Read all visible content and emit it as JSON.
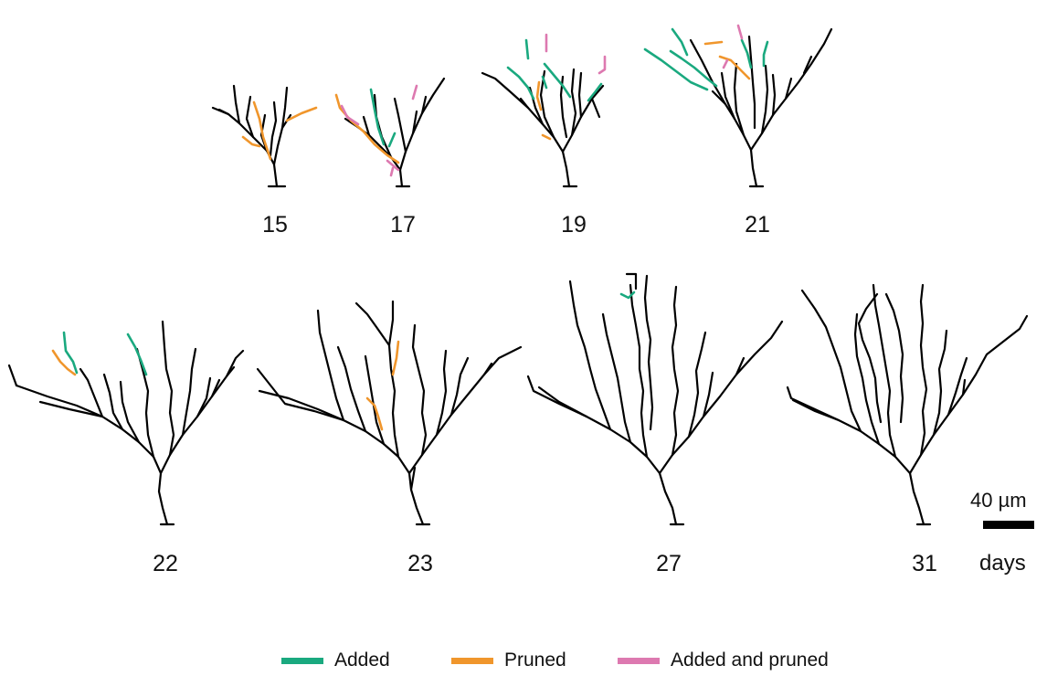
{
  "panels_row1": [
    "15",
    "17",
    "19",
    "21"
  ],
  "panels_row2": [
    "22",
    "23",
    "27",
    "31"
  ],
  "scale": {
    "length": "40 µm",
    "unit_label": "days"
  },
  "legend": [
    {
      "label": "Added",
      "color": "#1aa97f"
    },
    {
      "label": "Pruned",
      "color": "#f0962c"
    },
    {
      "label": "Added and pruned",
      "color": "#dd79b0"
    }
  ],
  "colors": {
    "dendrite": "#000000",
    "added": "#1aa97f",
    "pruned": "#f0962c",
    "added_and_pruned": "#dd79b0"
  }
}
